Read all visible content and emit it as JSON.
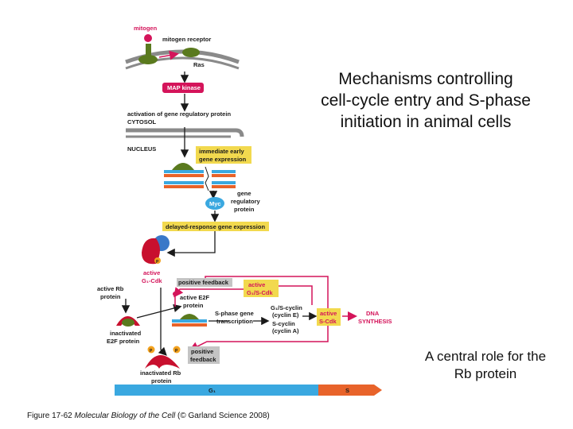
{
  "title_line1": "Mechanisms controlling",
  "title_line2": "cell-cycle entry and S-phase",
  "title_line3": "initiation in animal cells",
  "subtitle_line1": "A central role for the",
  "subtitle_line2": "Rb protein",
  "caption": {
    "prefix": "Figure 17-62",
    "book": "Molecular Biology of the Cell",
    "suffix": "(© Garland Science 2008)"
  },
  "labels": {
    "mitogen": "mitogen",
    "mitogen_receptor": "mitogen receptor",
    "ras": "Ras",
    "map_kinase": "MAP kinase",
    "activation_line1": "activation of gene regulatory protein",
    "cytosol": "CYTOSOL",
    "nucleus": "NUCLEUS",
    "immediate_line1": "immediate early",
    "immediate_line2": "gene expression",
    "myc": "Myc",
    "gene_reg_line1": "gene",
    "gene_reg_line2": "regulatory",
    "gene_reg_line3": "protein",
    "delayed": "delayed-response gene expression",
    "p": "P",
    "active_g1_line1": "active",
    "active_g1_line2": "G₁-Cdk",
    "positive_feedback": "positive feedback",
    "active_g1s_line1": "active",
    "active_g1s_line2": "G₁/S-Cdk",
    "active_rb_line1": "active Rb",
    "active_rb_line2": "protein",
    "active_e2f_line1": "active E2F",
    "active_e2f_line2": "protein",
    "sphase_line1": "S-phase gene",
    "sphase_line2": "transcription",
    "cyclins_line1": "G₁/S-cyclin",
    "cyclins_line2": "(cyclin E)",
    "cyclins_line3": "S-cyclin",
    "cyclins_line4": "(cyclin A)",
    "active_s_line1": "active",
    "active_s_line2": "S-Cdk",
    "dna_line1": "DNA",
    "dna_line2": "SYNTHESIS",
    "inactivated_e2f_line1": "inactivated",
    "inactivated_e2f_line2": "E2F protein",
    "pos_fb2_line1": "positive",
    "pos_fb2_line2": "feedback",
    "inactivated_rb_line1": "inactivated Rb",
    "inactivated_rb_line2": "protein",
    "g1": "G₁",
    "s": "S"
  },
  "colors": {
    "red": "#d4145a",
    "yellow": "#f2d94e",
    "green": "#5a7a1e",
    "membrane": "#8a8a8a",
    "blue": "#3aa8e0",
    "orange": "#e8632a",
    "rb_red": "#c8102e",
    "grey_box": "#c4c4c4"
  }
}
